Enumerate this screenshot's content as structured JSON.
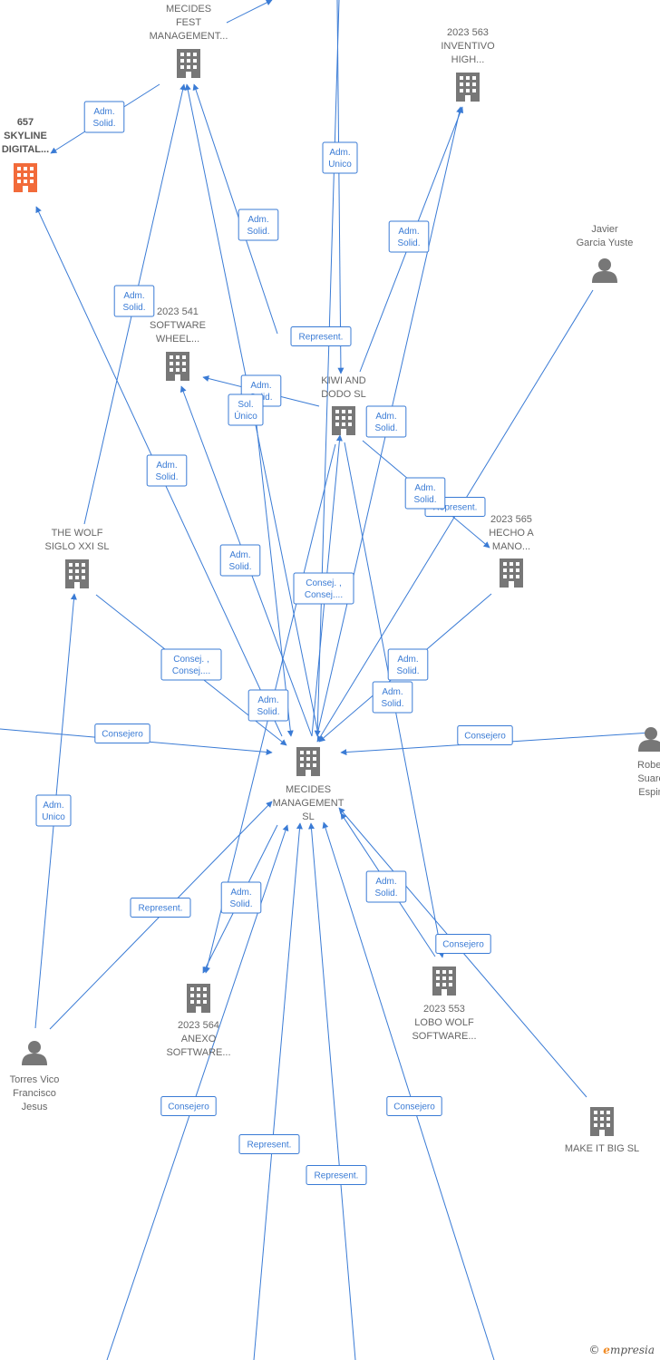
{
  "colors": {
    "edge": "#3a7bd5",
    "company": "#777777",
    "highlight": "#f26b3a",
    "person": "#777777"
  },
  "nodes": [
    {
      "id": "mecides_fest",
      "kind": "company",
      "lines": [
        "MECIDES",
        "FEST",
        "MANAGEMENT..."
      ]
    },
    {
      "id": "skyline",
      "kind": "company",
      "highlight": true,
      "lines": [
        "657",
        "SKYLINE",
        "DIGITAL..."
      ]
    },
    {
      "id": "inventivo",
      "kind": "company",
      "lines": [
        "2023 563",
        "INVENTIVO",
        "HIGH..."
      ]
    },
    {
      "id": "javier",
      "kind": "person",
      "lines": [
        "Javier",
        "Garcia Yuste"
      ]
    },
    {
      "id": "software_wheel",
      "kind": "company",
      "lines": [
        "2023 541",
        "SOFTWARE",
        "WHEEL..."
      ]
    },
    {
      "id": "kiwi",
      "kind": "company",
      "lines": [
        "KIWI AND",
        "DODO  SL"
      ]
    },
    {
      "id": "wolf_siglo",
      "kind": "company",
      "lines": [
        "THE WOLF",
        "SIGLO XXI  SL"
      ]
    },
    {
      "id": "hecho_mano",
      "kind": "company",
      "lines": [
        "2023 565",
        "HECHO A",
        "MANO..."
      ]
    },
    {
      "id": "mecides_mgmt",
      "kind": "company",
      "lines": [
        "MECIDES",
        "MANAGEMENT",
        "SL"
      ]
    },
    {
      "id": "roberto",
      "kind": "person",
      "lines": [
        "Rober",
        "Suare",
        "Espin"
      ]
    },
    {
      "id": "torres",
      "kind": "person",
      "lines": [
        "Torres Vico",
        "Francisco",
        "Jesus"
      ]
    },
    {
      "id": "anexo",
      "kind": "company",
      "lines": [
        "2023 564",
        "ANEXO",
        "SOFTWARE..."
      ]
    },
    {
      "id": "lobo_wolf",
      "kind": "company",
      "lines": [
        "2023 553",
        "LOBO WOLF",
        "SOFTWARE..."
      ]
    },
    {
      "id": "make_it_big",
      "kind": "company",
      "lines": [
        "MAKE IT BIG  SL"
      ]
    }
  ],
  "edge_labels": [
    {
      "id": "el1",
      "lines": [
        "Adm.",
        "Solid."
      ]
    },
    {
      "id": "el2",
      "lines": [
        "Adm.",
        "Unico"
      ]
    },
    {
      "id": "el3",
      "lines": [
        "Adm.",
        "Solid."
      ]
    },
    {
      "id": "el4",
      "lines": [
        "Adm.",
        "Solid."
      ]
    },
    {
      "id": "el5",
      "lines": [
        "Adm.",
        "Solid."
      ]
    },
    {
      "id": "el6",
      "lines": [
        "Represent."
      ]
    },
    {
      "id": "el7",
      "lines": [
        "Adm.",
        "Solid."
      ]
    },
    {
      "id": "el8",
      "lines": [
        "Sol.",
        "Único"
      ]
    },
    {
      "id": "el9",
      "lines": [
        "Adm.",
        "Solid."
      ]
    },
    {
      "id": "el10",
      "lines": [
        "Adm.",
        "Solid."
      ]
    },
    {
      "id": "el11",
      "lines": [
        "Represent."
      ]
    },
    {
      "id": "el12",
      "lines": [
        "Adm.",
        "Solid."
      ]
    },
    {
      "id": "el13",
      "lines": [
        "Adm.",
        "Solid."
      ]
    },
    {
      "id": "el14",
      "lines": [
        "Consej. ,",
        "Consej...."
      ]
    },
    {
      "id": "el15",
      "lines": [
        "Consej. ,",
        "Consej...."
      ]
    },
    {
      "id": "el16",
      "lines": [
        "Adm.",
        "Solid."
      ]
    },
    {
      "id": "el17",
      "lines": [
        "Adm.",
        "Solid."
      ]
    },
    {
      "id": "el18",
      "lines": [
        "Adm.",
        "Solid."
      ]
    },
    {
      "id": "el19",
      "lines": [
        "Consejero"
      ]
    },
    {
      "id": "el20",
      "lines": [
        "Consejero"
      ]
    },
    {
      "id": "el21",
      "lines": [
        "Adm.",
        "Unico"
      ]
    },
    {
      "id": "el22",
      "lines": [
        "Represent."
      ]
    },
    {
      "id": "el23",
      "lines": [
        "Adm.",
        "Solid."
      ]
    },
    {
      "id": "el24",
      "lines": [
        "Adm.",
        "Solid."
      ]
    },
    {
      "id": "el25",
      "lines": [
        "Consejero"
      ]
    },
    {
      "id": "el26",
      "lines": [
        "Consejero"
      ]
    },
    {
      "id": "el27",
      "lines": [
        "Consejero"
      ]
    },
    {
      "id": "el28",
      "lines": [
        "Represent."
      ]
    },
    {
      "id": "el29",
      "lines": [
        "Represent."
      ]
    }
  ],
  "footer": {
    "copyright": "©",
    "brand_initial": "e",
    "brand_rest": "mpresia"
  }
}
